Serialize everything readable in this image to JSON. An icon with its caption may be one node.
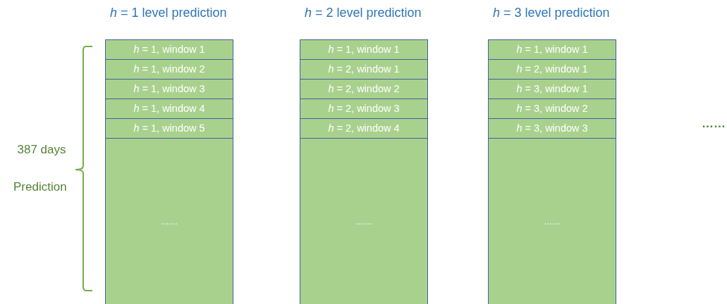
{
  "diagram": {
    "nodes": [
      {
        "text": [
          "*h* = 1, window 1"
        ]
      },
      {
        "text": [
          "*h* = 1, window 2"
        ]
      },
      {
        "text": [
          "*h* = 1, window 3"
        ]
      },
      {
        "text": [
          "*h* = 1, window 4"
        ]
      },
      {
        "text": [
          "*h* = 1, window 5"
        ]
      },
      {
        "text": [
          "……"
        ]
      },
      {
        "text": [
          "*h* = 1, window 1"
        ]
      },
      {
        "text": [
          "*h* = 2, window 1"
        ]
      },
      {
        "text": [
          "*h* = 2, window 2"
        ]
      },
      {
        "text": [
          "*h* = 2, window 3"
        ]
      },
      {
        "text": [
          "*h* = 2, window 4"
        ]
      },
      {
        "text": [
          "……"
        ]
      },
      {
        "text": [
          "*h* = 1, window 1"
        ]
      },
      {
        "text": [
          "*h* = 2, window 1"
        ]
      },
      {
        "text": [
          "*h* = 3, window 1"
        ]
      },
      {
        "text": [
          "*h* = 3, window 2"
        ]
      },
      {
        "text": [
          "*h* = 3, window 3"
        ]
      },
      {
        "text": [
          "……"
        ]
      }
    ],
    "labels": [
      "*h* = 1 level prediction",
      "*h* = 2 level prediction",
      "*h* = 3 level prediction",
      "387 days",
      "Prediction",
      "……"
    ]
  }
}
